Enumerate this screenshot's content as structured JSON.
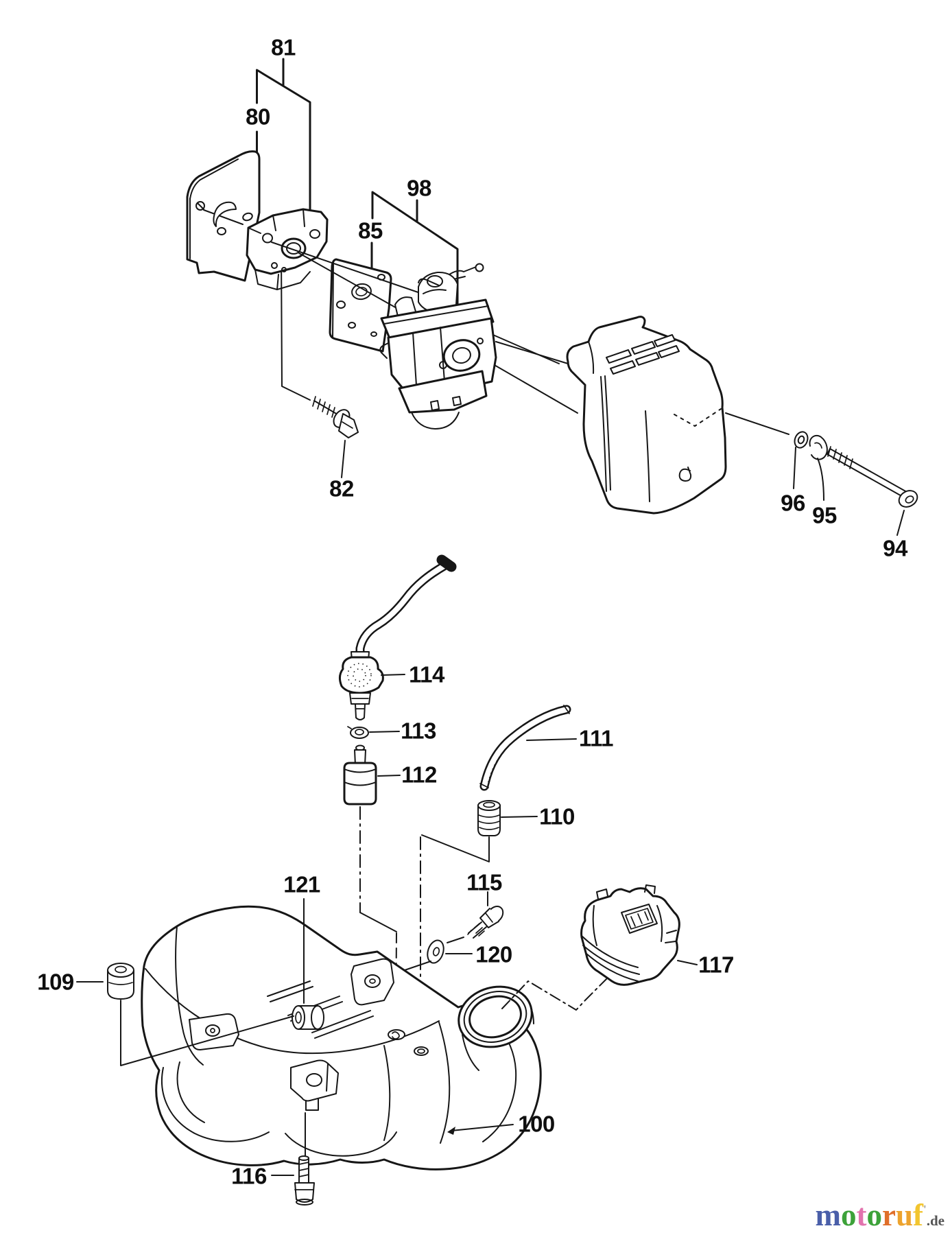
{
  "page": {
    "background": "#ffffff",
    "ink": "#161616"
  },
  "diagram": {
    "type": "exploded-parts-diagram",
    "parts": [
      {
        "num": "81"
      },
      {
        "num": "80"
      },
      {
        "num": "98"
      },
      {
        "num": "85"
      },
      {
        "num": "82"
      },
      {
        "num": "96"
      },
      {
        "num": "95"
      },
      {
        "num": "94"
      },
      {
        "num": "114"
      },
      {
        "num": "113"
      },
      {
        "num": "112"
      },
      {
        "num": "111"
      },
      {
        "num": "110"
      },
      {
        "num": "115"
      },
      {
        "num": "121"
      },
      {
        "num": "120"
      },
      {
        "num": "109"
      },
      {
        "num": "117"
      },
      {
        "num": "100"
      },
      {
        "num": "116"
      }
    ]
  },
  "logo": {
    "letters": [
      {
        "ch": "m",
        "color": "#4a5fa9"
      },
      {
        "ch": "o",
        "color": "#3da23a"
      },
      {
        "ch": "t",
        "color": "#e273ae"
      },
      {
        "ch": "o",
        "color": "#3da23a"
      },
      {
        "ch": "r",
        "color": "#e06f2a"
      },
      {
        "ch": "u",
        "color": "#eda32d"
      },
      {
        "ch": "f",
        "color": "#f2c52f"
      }
    ],
    "tick": "'",
    "suffix": ".de",
    "suffix_color": "#555555"
  }
}
